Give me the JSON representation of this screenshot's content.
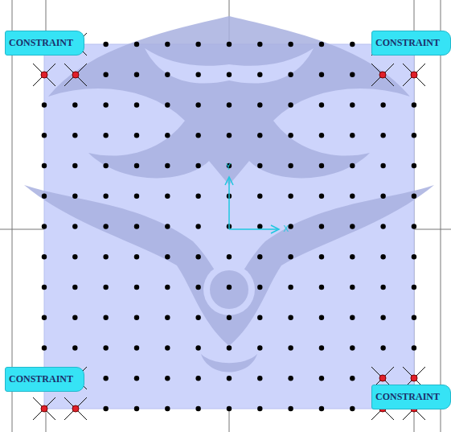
{
  "diagram": {
    "nodes": [
      {
        "text": [
          "CONSTRAINT"
        ]
      },
      {
        "text": [
          "CONSTRAINT"
        ]
      },
      {
        "text": [
          "CONSTRAINT"
        ]
      },
      {
        "text": [
          "CONSTRAINT"
        ]
      }
    ],
    "labels": [
      "Y",
      "X"
    ]
  }
}
